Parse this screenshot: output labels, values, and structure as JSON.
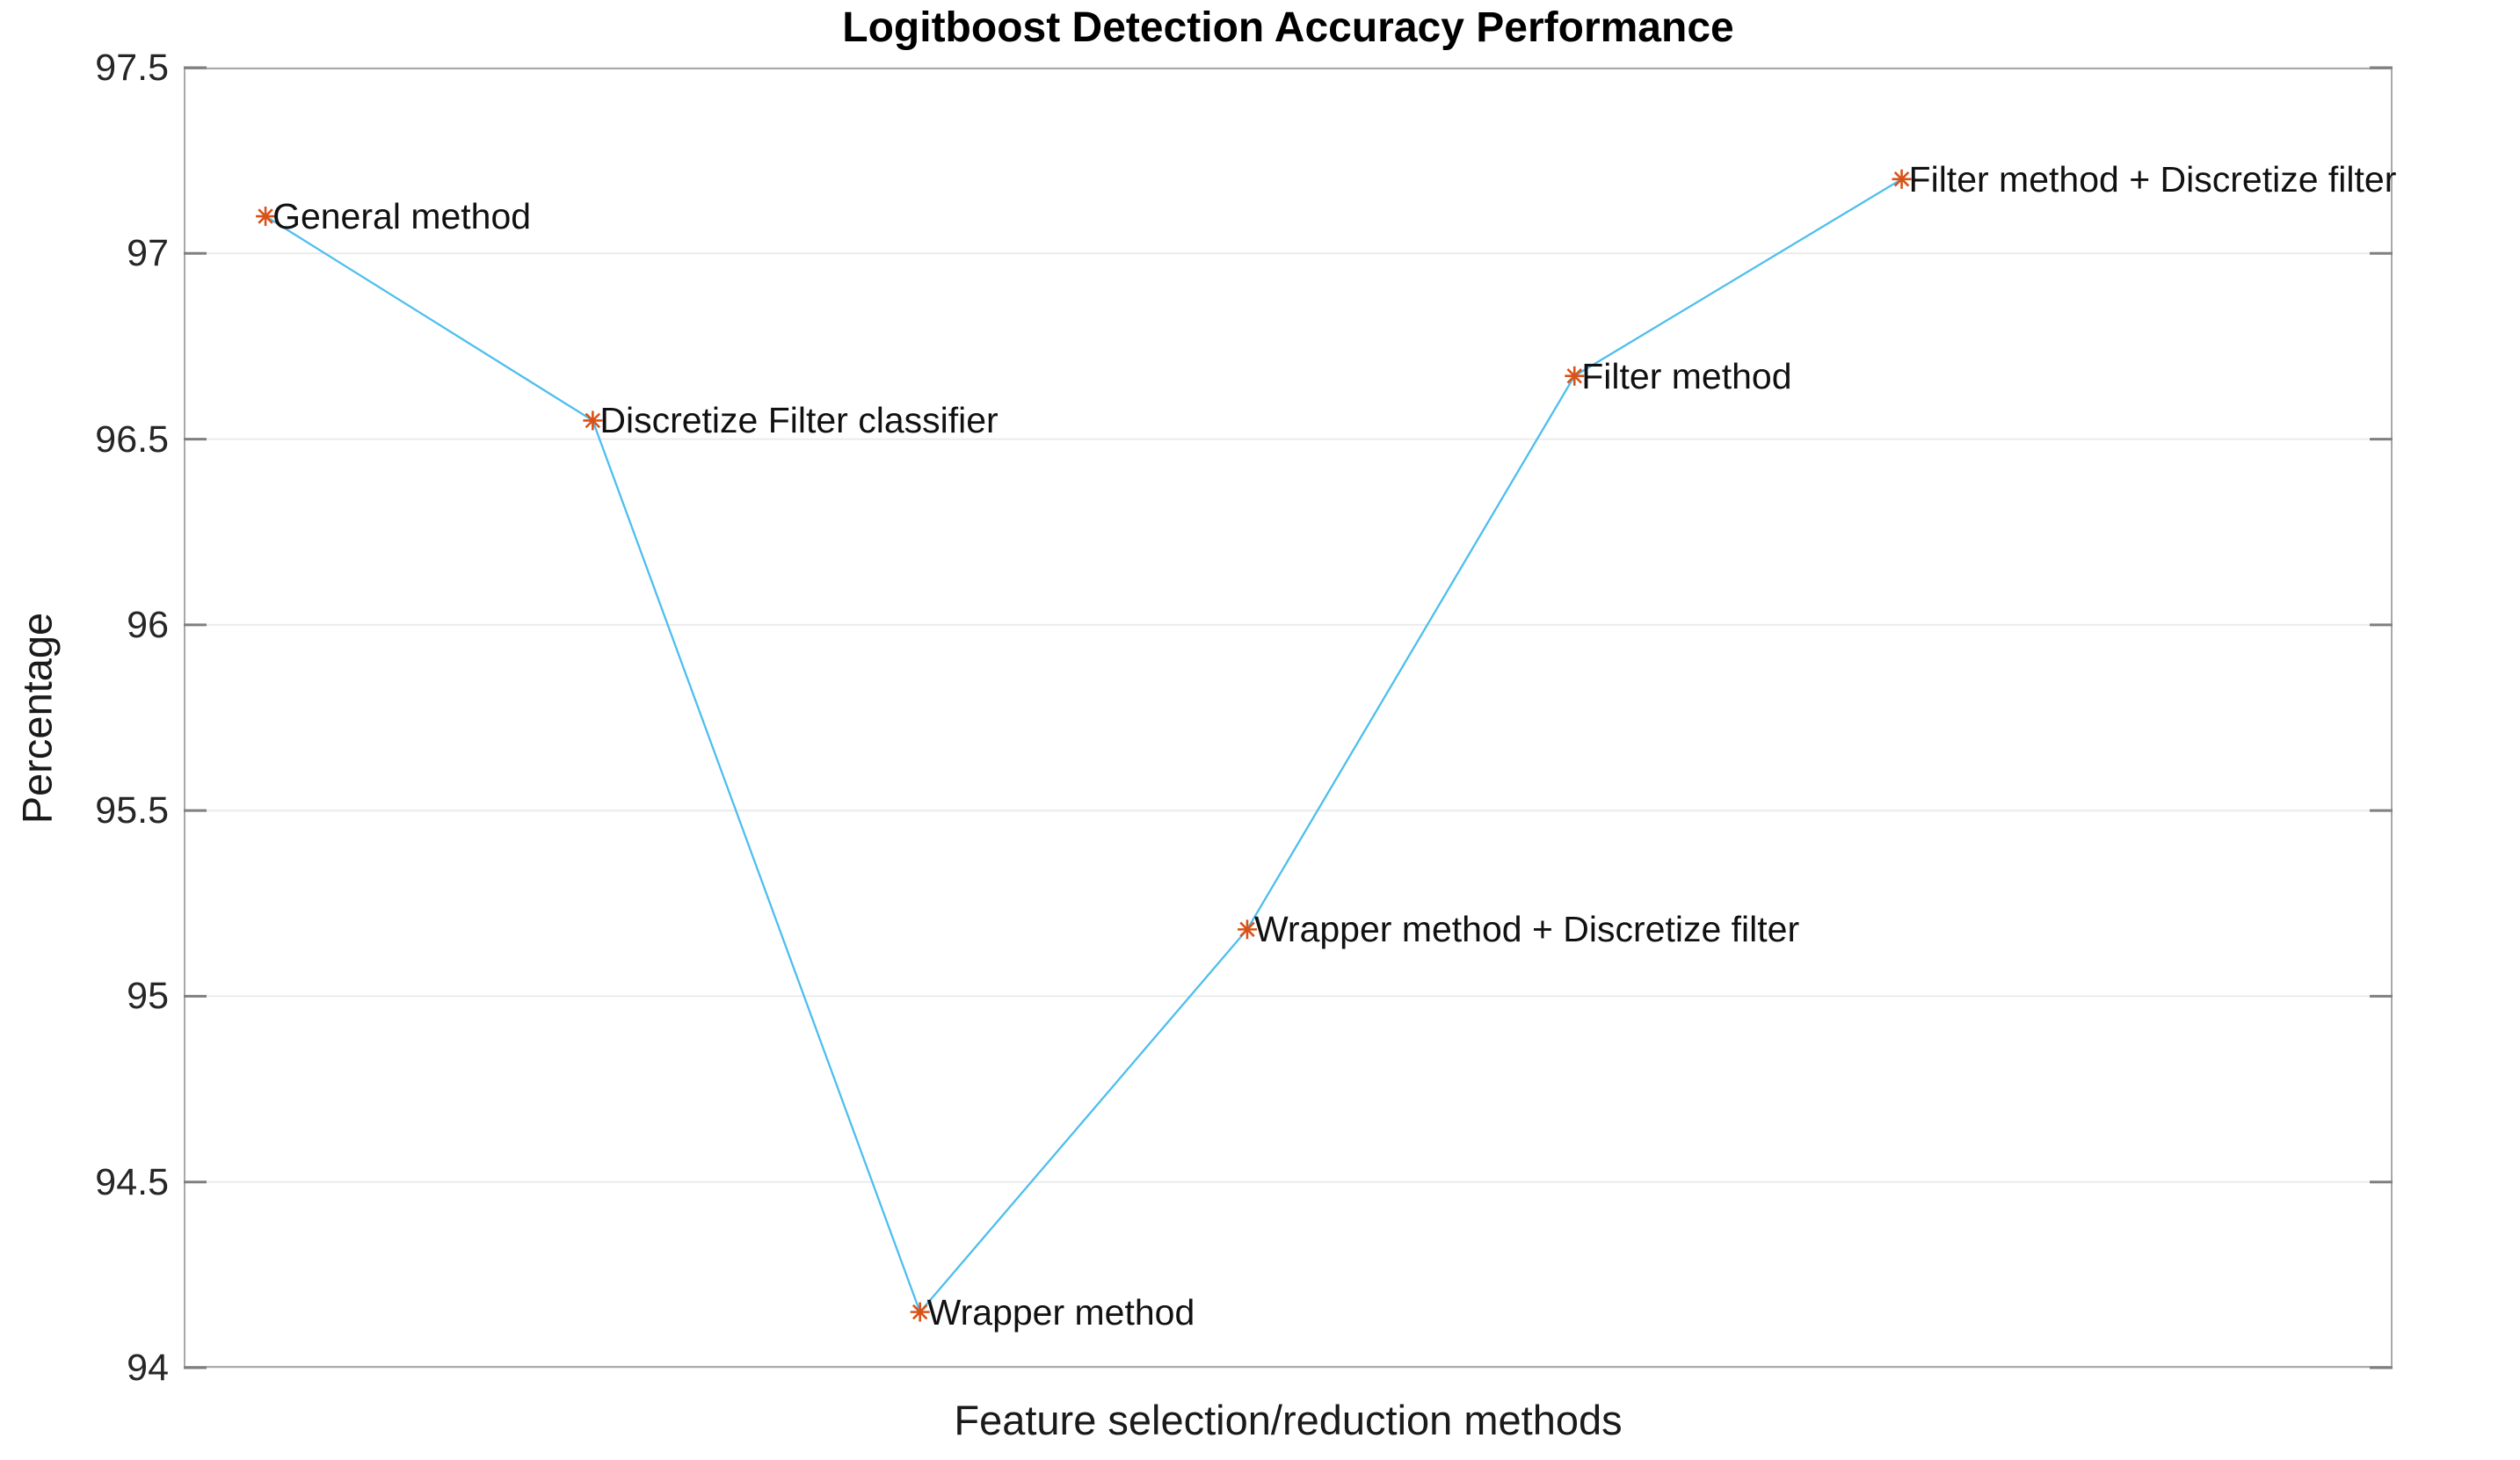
{
  "figure": {
    "background": "#ffffff",
    "text_color": "#262626"
  },
  "chart_data": {
    "type": "line",
    "title": "Logitboost Detection Accuracy Performance",
    "xlabel": "Feature selection/reduction methods",
    "ylabel": "Percentage",
    "ylim": [
      94,
      97.5
    ],
    "xlim": [
      0.75,
      7.5
    ],
    "yticks": [
      94,
      94.5,
      95,
      95.5,
      96,
      96.5,
      97,
      97.5
    ],
    "ytick_labels": [
      "94",
      "94.5",
      "95",
      "95.5",
      "96",
      "96.5",
      "97",
      "97.5"
    ],
    "xticks": "none",
    "grid": "horizontal",
    "legend": "none",
    "line_color": "#4DBEEE",
    "marker": "asterisk",
    "marker_color": "#D95319",
    "grid_color": "#ebebeb",
    "tick_color": "#7f7f7f",
    "spine_color": "#a9a9a9",
    "points": [
      {
        "label": "General method",
        "x": 1,
        "y": 97.1
      },
      {
        "label": "Discretize Filter classifier",
        "x": 2,
        "y": 96.55
      },
      {
        "label": "Wrapper method",
        "x": 3,
        "y": 94.15
      },
      {
        "label": "Wrapper method + Discretize filter",
        "x": 4,
        "y": 95.18
      },
      {
        "label": "Filter method",
        "x": 5,
        "y": 96.67
      },
      {
        "label": "Filter method + Discretize filter",
        "x": 6,
        "y": 97.2
      }
    ]
  }
}
